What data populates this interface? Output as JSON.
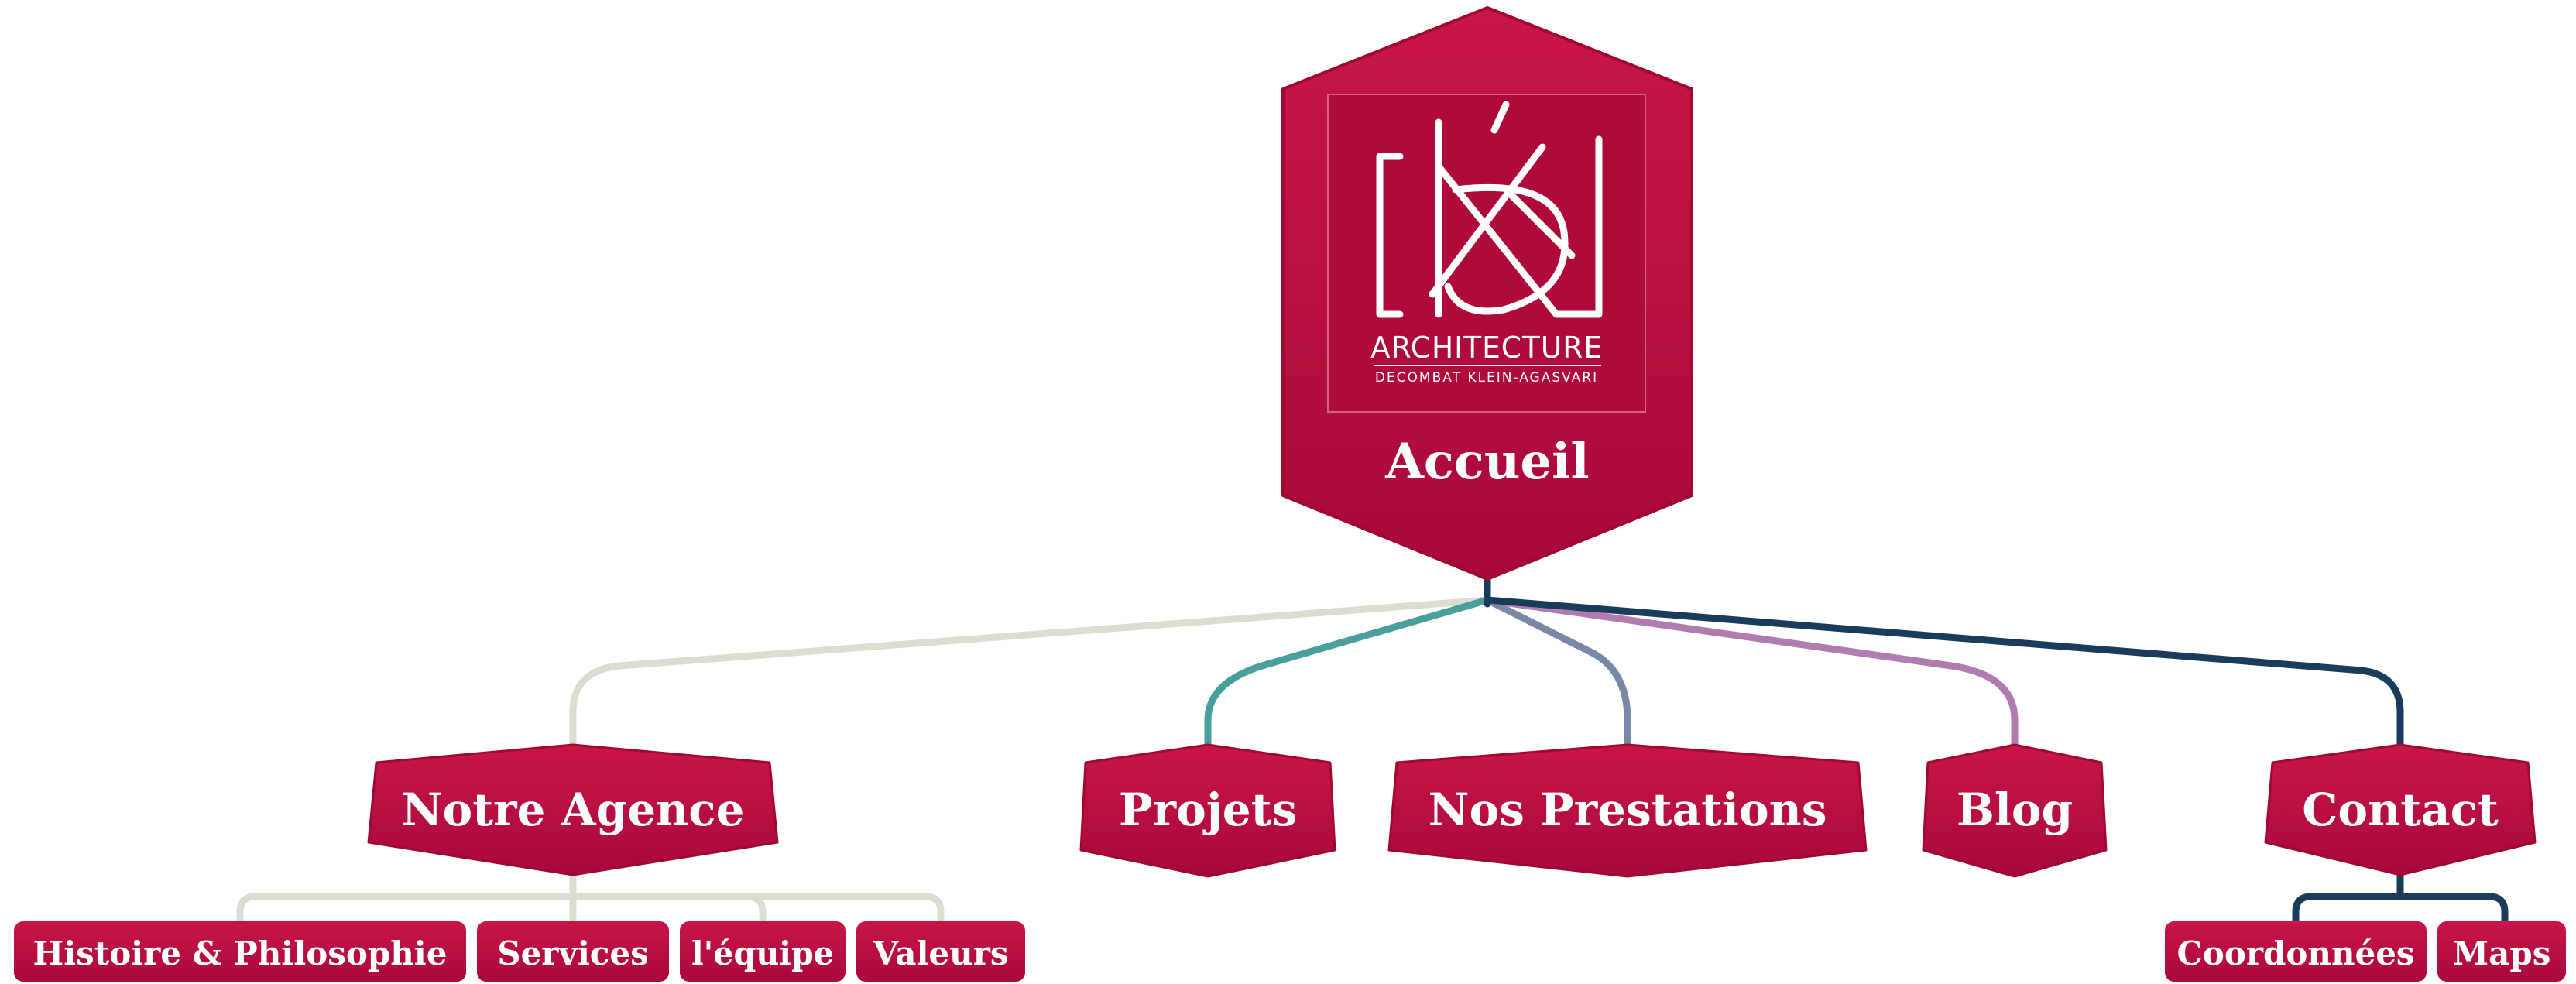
{
  "colors": {
    "node_fill": "#b00b3b",
    "node_fill_light": "#c81548",
    "text": "#ffffff",
    "link_agence": "#dcdcd0",
    "link_projets": "#4a9f9d",
    "link_prestations": "#7a88a8",
    "link_blog": "#b07cb0",
    "link_contact": "#183c5a"
  },
  "root": {
    "label": "Accueil",
    "logo": {
      "name": "ARCHITECTURE",
      "subtitle": "DECOMBAT KLEIN-AGASVARI"
    }
  },
  "branches": {
    "notre_agence": {
      "label": "Notre Agence",
      "children": {
        "histoire": "Histoire & Philosophie",
        "services": "Services",
        "equipe": "l'équipe",
        "valeurs": "Valeurs"
      }
    },
    "projets": {
      "label": "Projets"
    },
    "prestations": {
      "label": "Nos Prestations"
    },
    "blog": {
      "label": "Blog"
    },
    "contact": {
      "label": "Contact",
      "children": {
        "coordonnees": "Coordonnées",
        "maps": "Maps"
      }
    }
  }
}
